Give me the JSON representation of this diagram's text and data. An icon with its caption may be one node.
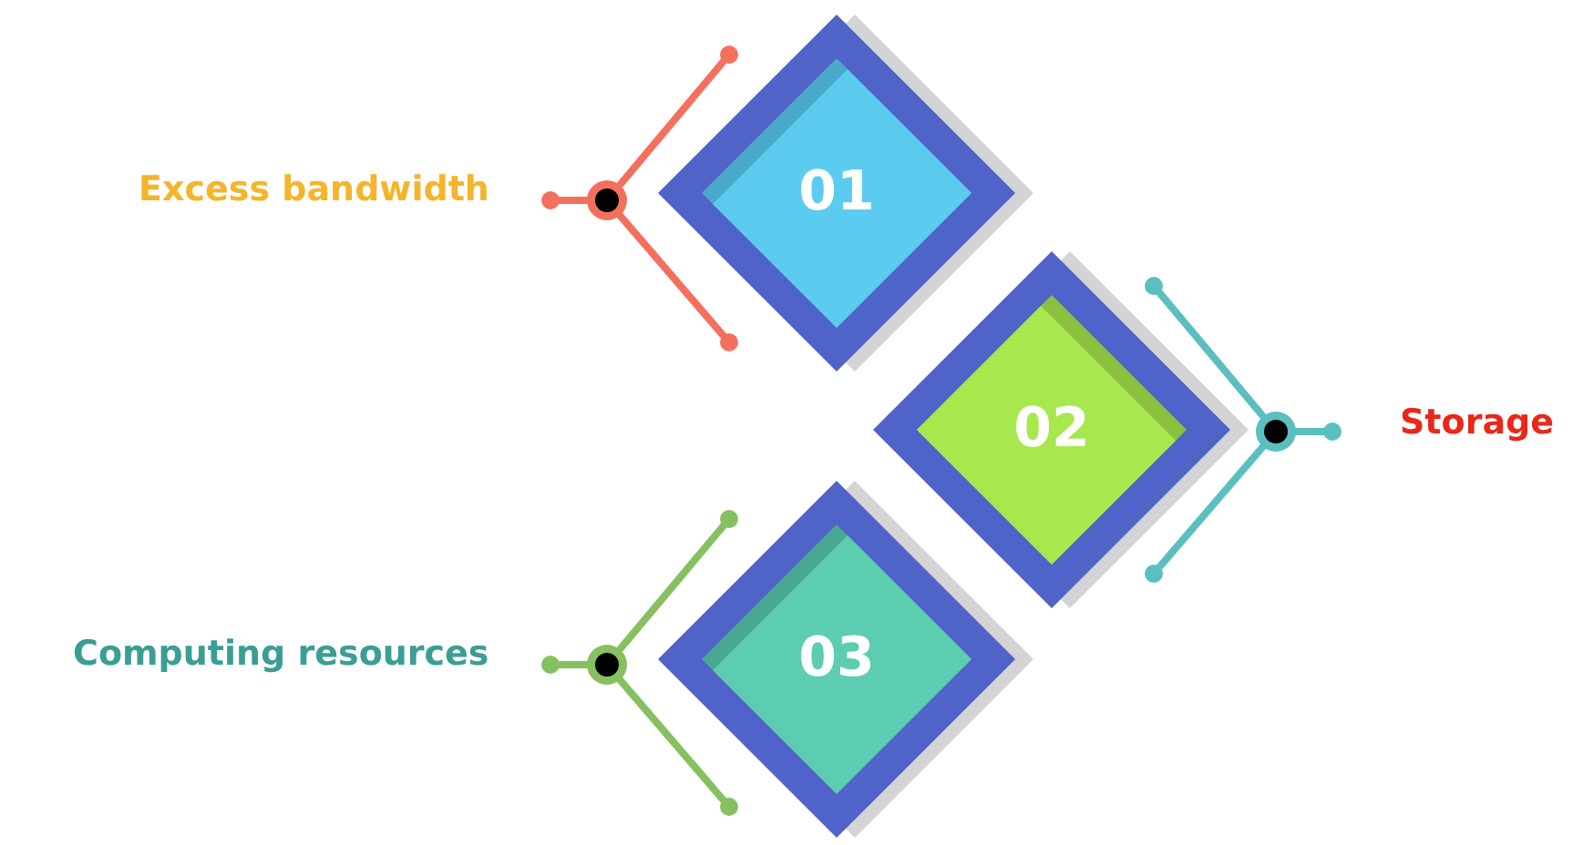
{
  "diagram": {
    "nodes": [
      {
        "text": [
          "01"
        ]
      },
      {
        "text": [
          "02"
        ]
      },
      {
        "text": [
          "03"
        ]
      }
    ],
    "labels": [
      "Excess bandwidth",
      "Storage",
      "Computing resources"
    ]
  }
}
